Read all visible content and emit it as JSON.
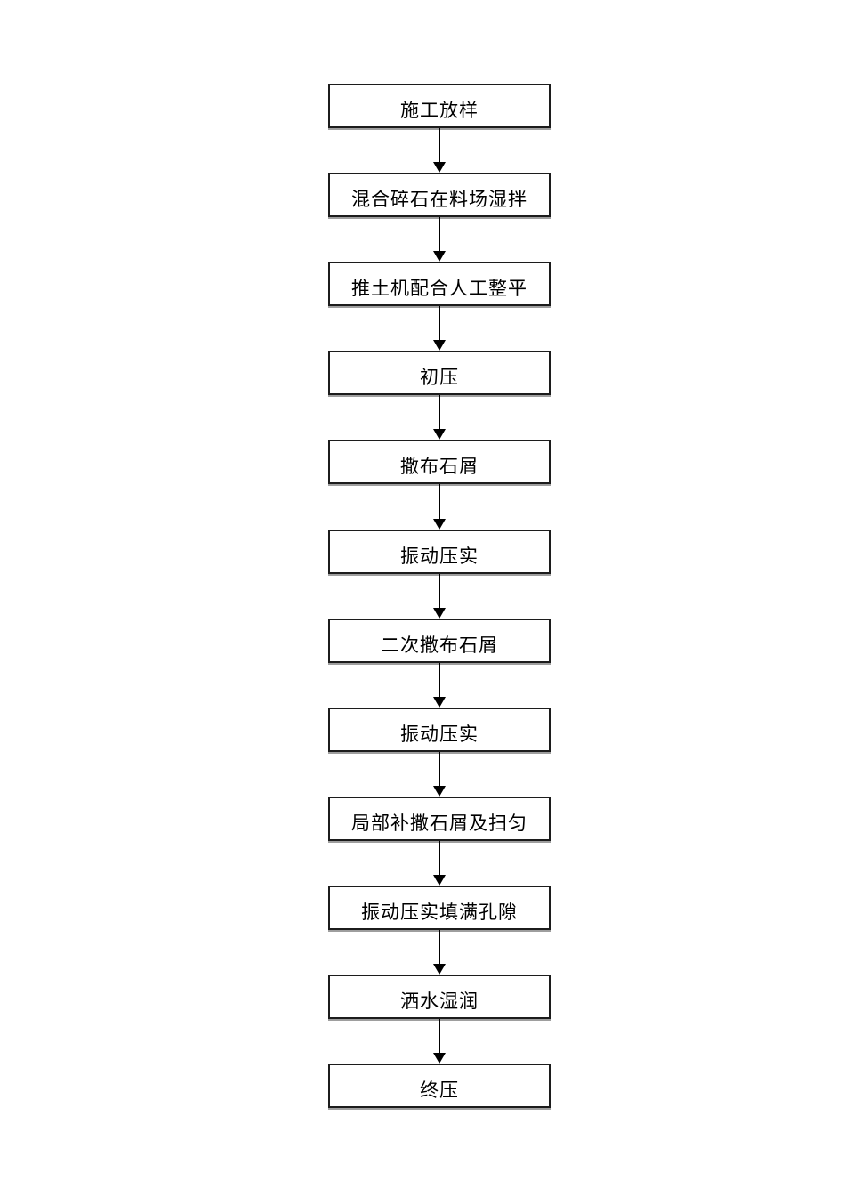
{
  "flowchart": {
    "steps": [
      {
        "label": "施工放样"
      },
      {
        "label": "混合碎石在料场湿拌"
      },
      {
        "label": "推土机配合人工整平"
      },
      {
        "label": "初压"
      },
      {
        "label": "撒布石屑"
      },
      {
        "label": "振动压实"
      },
      {
        "label": "二次撒布石屑"
      },
      {
        "label": "振动压实"
      },
      {
        "label": "局部补撒石屑及扫匀"
      },
      {
        "label": "振动压实填满孔隙"
      },
      {
        "label": "洒水湿润"
      },
      {
        "label": "终压"
      }
    ],
    "colors": {
      "box_border": "#1c1c1c",
      "box_fill": "#ffffff",
      "text": "#000000",
      "arrow": "#000000",
      "shadow": "#9e9e9e",
      "page_background": "#ffffff"
    }
  }
}
